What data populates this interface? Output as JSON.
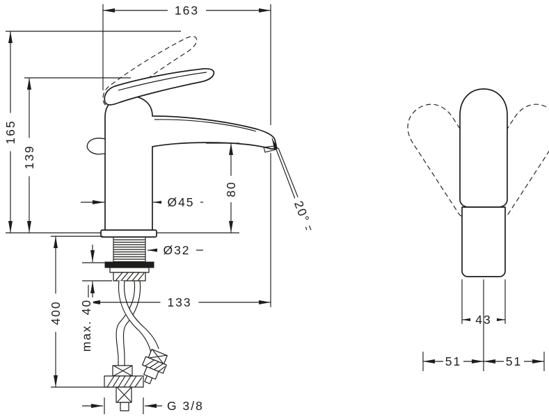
{
  "front": {
    "width": "163",
    "height_max": "165",
    "height_handle": "139",
    "base_dia": "Ø45",
    "spout_height": "80",
    "angle": "20°",
    "shank_dia": "Ø32",
    "reach": "133",
    "hose_length": "400",
    "mount_max": "max. 40",
    "thread": "G 3/8"
  },
  "side": {
    "width": "43",
    "swing_left": "51",
    "swing_right": "51"
  },
  "colors": {
    "line": "#1d1d1b",
    "background": "#ffffff"
  }
}
